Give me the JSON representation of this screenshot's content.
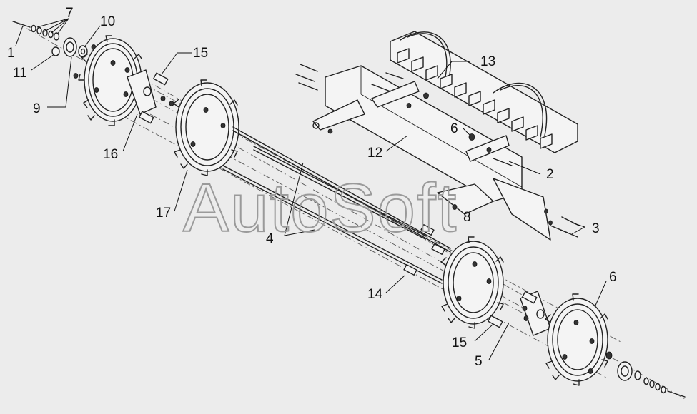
{
  "watermark": "AutoSoft",
  "callouts": {
    "c1": "1",
    "c7": "7",
    "c10": "10",
    "c11": "11",
    "c9": "9",
    "c15a": "15",
    "c16": "16",
    "c17": "17",
    "c4": "4",
    "c13": "13",
    "c12": "12",
    "c6a": "6",
    "c2": "2",
    "c8": "8",
    "c3": "3",
    "c14": "14",
    "c15b": "15",
    "c5": "5",
    "c6b": "6"
  }
}
